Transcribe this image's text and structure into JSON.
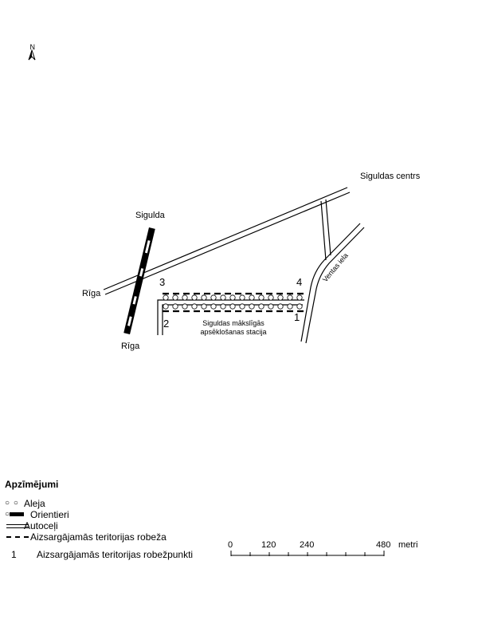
{
  "map": {
    "north_label": "N",
    "places": {
      "siguldas_centrs": "Siguldas centrs",
      "sigulda": "Sigulda",
      "riga_west": "Rīga",
      "riga_south": "Rīga",
      "ventas_iela": "Ventas iela",
      "station_line1": "Siguldas mākslīgās",
      "station_line2": "apsēklošanas stacija"
    },
    "boundary_points": [
      "1",
      "2",
      "3",
      "4"
    ]
  },
  "legend": {
    "title": "Apzīmējumi",
    "items": [
      {
        "symbol": "○ ○ ○",
        "label": "Aleja"
      },
      {
        "symbol": "orient-bar",
        "label": "Orientieri"
      },
      {
        "symbol": "road",
        "label": "Autoceļi"
      },
      {
        "symbol": "dashed",
        "label": "Aizsargājamās teritorijas robeža"
      },
      {
        "symbol": "1",
        "label": "Aizsargājamās teritorijas robežpunkti"
      }
    ]
  },
  "scale_bar": {
    "ticks": [
      "0",
      "120",
      "240",
      "480"
    ],
    "unit": "metri"
  }
}
